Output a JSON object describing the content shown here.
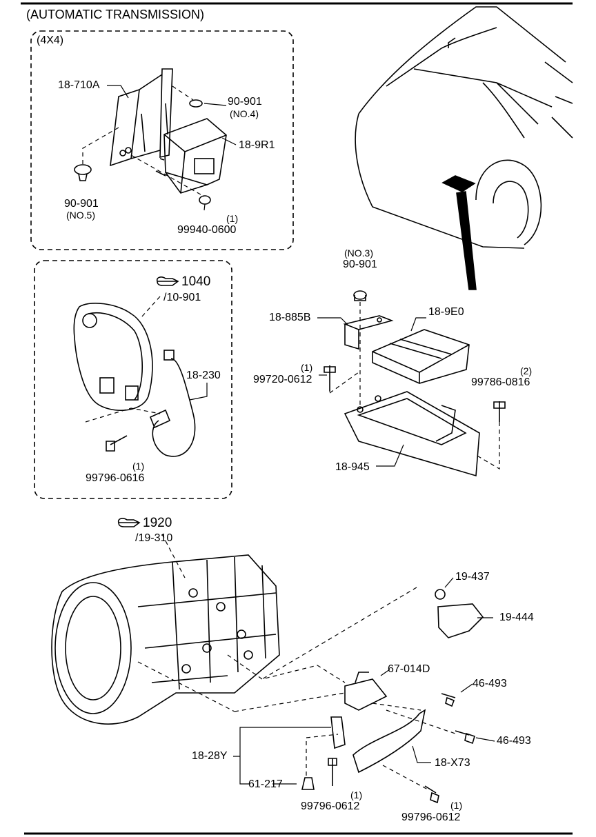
{
  "header": {
    "title": "(AUTOMATIC TRANSMISSION)"
  },
  "box1": {
    "label": "(4X4)",
    "parts": {
      "p1": "18-710A",
      "p2": "90-901",
      "p2_note": "(NO.4)",
      "p3": "18-9R1",
      "p4": "90-901",
      "p4_note": "(NO.5)",
      "p5_qty": "(1)",
      "p5": "99940-0600"
    }
  },
  "box2": {
    "ref_number": "1040",
    "ref_sub": "/10-901",
    "parts": {
      "p1": "18-230",
      "p2_qty": "(1)",
      "p2": "99796-0616"
    }
  },
  "ecu_group": {
    "parts": {
      "nut_note": "(NO.3)",
      "nut": "90-901",
      "bracket": "18-885B",
      "module": "18-9E0",
      "bolt1_qty": "(1)",
      "bolt1": "99720-0612",
      "bolt2_qty": "(2)",
      "bolt2": "99786-0816",
      "tray": "18-945"
    }
  },
  "transmission": {
    "ref_number": "1920",
    "ref_sub": "/19-310",
    "parts": {
      "oring": "19-437",
      "sensor": "19-444",
      "bracket": "67-014D",
      "bolt_a": "46-493",
      "bolt_b": "46-493",
      "set": "18-28Y",
      "shield": "18-X73",
      "clip": "61-217",
      "bolt_c_qty": "(1)",
      "bolt_c": "99796-0612",
      "bolt_d_qty": "(1)",
      "bolt_d": "99796-0612"
    }
  }
}
